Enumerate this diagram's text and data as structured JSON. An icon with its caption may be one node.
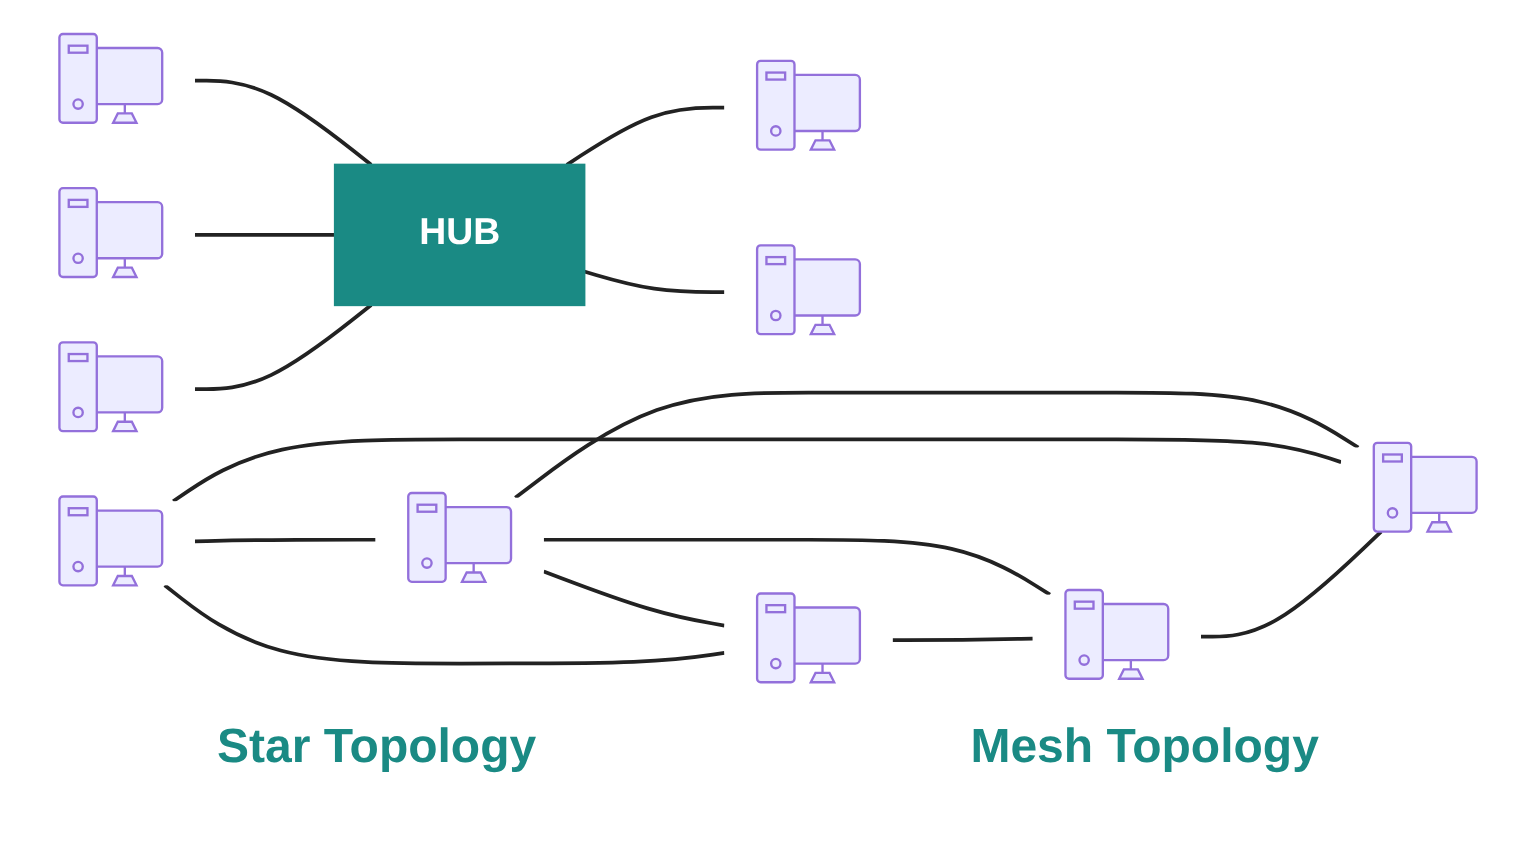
{
  "diagram": {
    "nodes": [
      {
        "text": [],
        "shape": "picture"
      },
      {
        "text": [],
        "shape": "picture"
      },
      {
        "text": [
          "HUB"
        ]
      },
      {
        "text": [],
        "shape": "picture"
      },
      {
        "text": [],
        "shape": "picture"
      },
      {
        "text": [],
        "shape": "picture"
      },
      {
        "text": [],
        "shape": "picture"
      },
      {
        "text": [],
        "shape": "picture"
      },
      {
        "text": [],
        "shape": "picture"
      },
      {
        "text": [],
        "shape": "picture"
      },
      {
        "text": [],
        "shape": "picture"
      }
    ],
    "edges": [
      {
        "from": 0,
        "to": 2,
        "arrow": "none"
      },
      {
        "from": 1,
        "to": 2,
        "arrow": "none"
      },
      {
        "from": 2,
        "to": 3,
        "arrow": "none"
      },
      {
        "from": 4,
        "to": 2,
        "arrow": "none"
      },
      {
        "from": 2,
        "to": 5,
        "arrow": "none"
      },
      {
        "from": 7,
        "to": 6,
        "arrow": "none"
      },
      {
        "from": 6,
        "to": 8,
        "arrow": "none"
      },
      {
        "from": 7,
        "to": 8,
        "arrow": "none"
      },
      {
        "from": 6,
        "to": 9,
        "arrow": "none"
      },
      {
        "from": 6,
        "to": 10,
        "arrow": "none"
      },
      {
        "from": 7,
        "to": 9,
        "arrow": "none"
      },
      {
        "from": 9,
        "to": 10,
        "arrow": "none"
      },
      {
        "from": 10,
        "to": 8,
        "arrow": "none"
      }
    ],
    "labels": [
      "Star Topology",
      "Mesh Topology"
    ]
  }
}
